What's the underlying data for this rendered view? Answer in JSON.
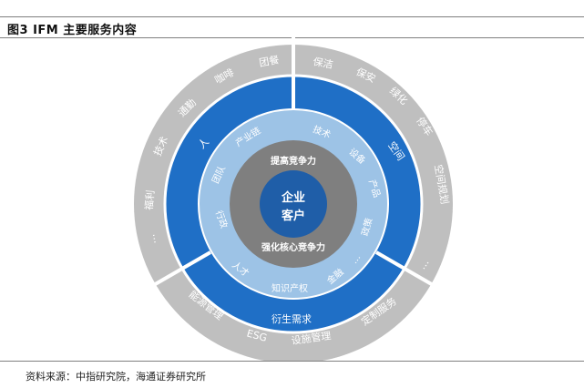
{
  "figure": {
    "title": "图3  IFM 主要服务内容"
  },
  "center": {
    "line1": "企业",
    "line2": "客户"
  },
  "middle_ring": {
    "top_label": "提高竞争力",
    "bottom_label": "强化核心竞争力"
  },
  "inner_ring": {
    "items": [
      "团队",
      "产业链",
      "技术",
      "设备",
      "产品",
      "政策",
      "金融",
      "…",
      "知识产权",
      "人才",
      "行政"
    ]
  },
  "blue_ring": {
    "items": [
      "人",
      "空间",
      "衍生需求"
    ]
  },
  "outer_ring": {
    "left": [
      "福利",
      "技术",
      "通勤",
      "咖啡",
      "团餐"
    ],
    "right": [
      "保洁",
      "保安",
      "绿化",
      "停车",
      "空间规划",
      "…"
    ],
    "bottom": [
      "能源管理",
      "ESG",
      "设施管理",
      "定制服务"
    ],
    "left_ellipsis": "…"
  },
  "colors": {
    "outer_gray": "#bfbfbf",
    "blue": "#1f6fc6",
    "light_blue": "#9dc3e6",
    "dark_gray": "#7f7f7f",
    "center_blue": "#1f5ea8",
    "text_white": "#ffffff"
  },
  "source": {
    "text": "资料来源：中指研究院，海通证券研究所"
  }
}
